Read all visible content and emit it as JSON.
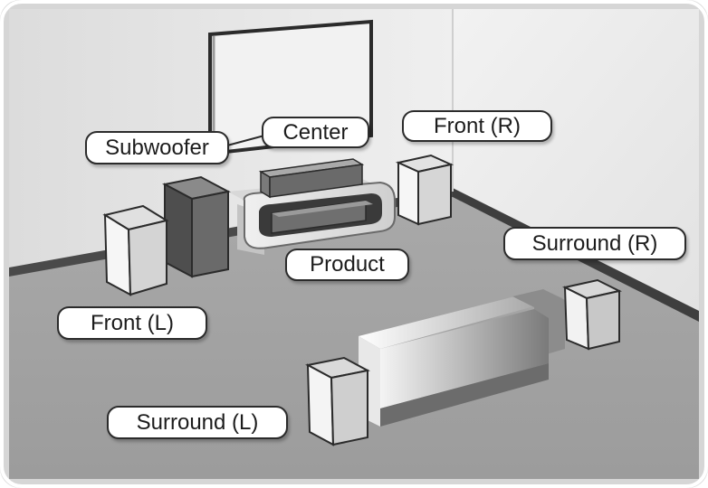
{
  "labels": {
    "subwoofer": "Subwoofer",
    "center": "Center",
    "front_right": "Front (R)",
    "surround_right": "Surround (R)",
    "product": "Product",
    "front_left": "Front (L)",
    "surround_left": "Surround (L)"
  },
  "colors": {
    "floor": "#a3a3a3",
    "back_wall": "#e4e4e4",
    "right_wall": "#ececec",
    "speaker_light": "#f4f4f4",
    "speaker_dark": "#5e5e5e",
    "outline": "#2b2b2b"
  }
}
